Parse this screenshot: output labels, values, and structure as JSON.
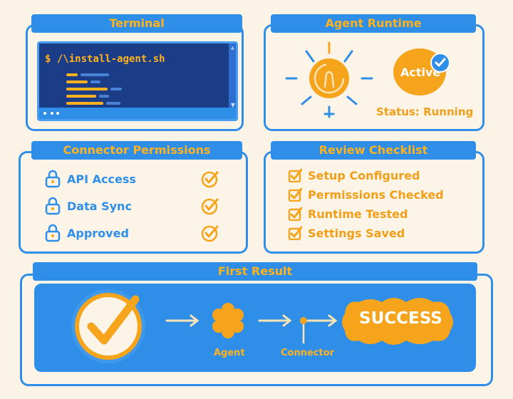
{
  "terminal": {
    "title": "Terminal",
    "command": "$ /\\install-agent.sh"
  },
  "runtime": {
    "title": "Agent Runtime",
    "badge": "Active",
    "status": "Status: Running"
  },
  "permissions": {
    "title": "Connector Permissions",
    "items": [
      {
        "label": "API Access",
        "icon": "lock-icon",
        "checked": true
      },
      {
        "label": "Data Sync",
        "icon": "lock-icon",
        "checked": true
      },
      {
        "label": "Approved",
        "icon": "lock-icon",
        "checked": true
      }
    ]
  },
  "checklist": {
    "title": "Review Checklist",
    "items": [
      {
        "label": "Setup Configured",
        "checked": true
      },
      {
        "label": "Permissions Checked",
        "checked": true
      },
      {
        "label": "Runtime Tested",
        "checked": true
      },
      {
        "label": "Settings Saved",
        "checked": true
      }
    ]
  },
  "result": {
    "title": "First Result",
    "agent_label": "Agent",
    "connector_label": "Connector",
    "success": "SUCCESS"
  },
  "colors": {
    "blue": "#2f8ee8",
    "orange": "#f5a41c",
    "background": "#fbf3e6",
    "terminal_bg": "#1b3c87"
  }
}
